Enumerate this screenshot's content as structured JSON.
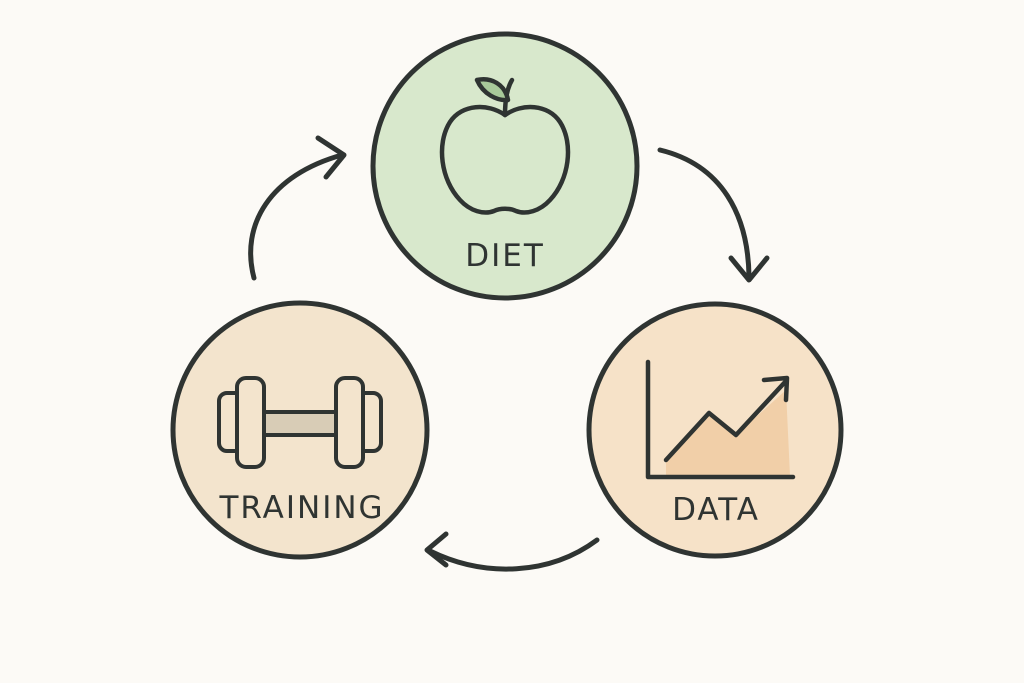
{
  "diagram": {
    "type": "cycle",
    "background": "#fcfaf6",
    "stroke_color": "#2f3432",
    "nodes": [
      {
        "id": "diet",
        "label": "DIET",
        "icon": "apple-icon",
        "fill": "#d8e8cc"
      },
      {
        "id": "data",
        "label": "DATA",
        "icon": "chart-icon",
        "fill": "#f6e2c8"
      },
      {
        "id": "training",
        "label": "TRAINING",
        "icon": "dumbbell-icon",
        "fill": "#f3e4cd"
      }
    ],
    "edges": [
      {
        "from": "diet",
        "to": "data"
      },
      {
        "from": "data",
        "to": "training"
      },
      {
        "from": "training",
        "to": "diet"
      }
    ]
  }
}
